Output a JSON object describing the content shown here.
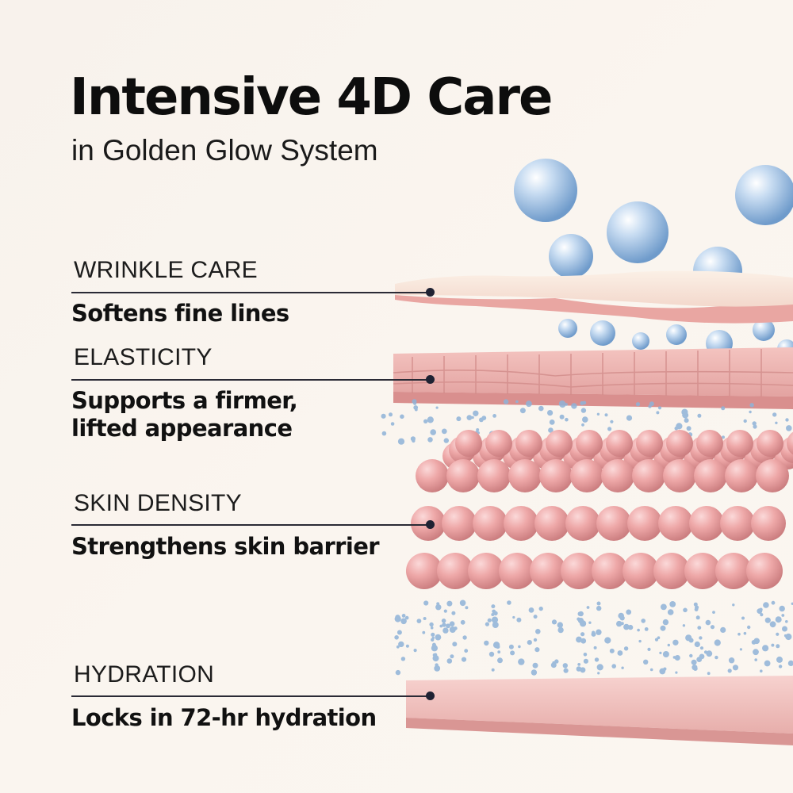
{
  "header": {
    "title": "Intensive 4D Care",
    "subtitle": "in Golden Glow System"
  },
  "features": [
    {
      "label": "WRINKLE CARE",
      "description": "Softens fine lines"
    },
    {
      "label": "ELASTICITY",
      "description": "Supports a firmer, lifted appearance"
    },
    {
      "label": "SKIN DENSITY",
      "description": "Strengthens skin barrier"
    },
    {
      "label": "HYDRATION",
      "description": "Locks in 72-hr hydration"
    }
  ],
  "colors": {
    "background": "#f8f2ec",
    "skin_pink": "#e9a3a3",
    "water_blue": "#8fb6dc",
    "text": "#111111"
  }
}
